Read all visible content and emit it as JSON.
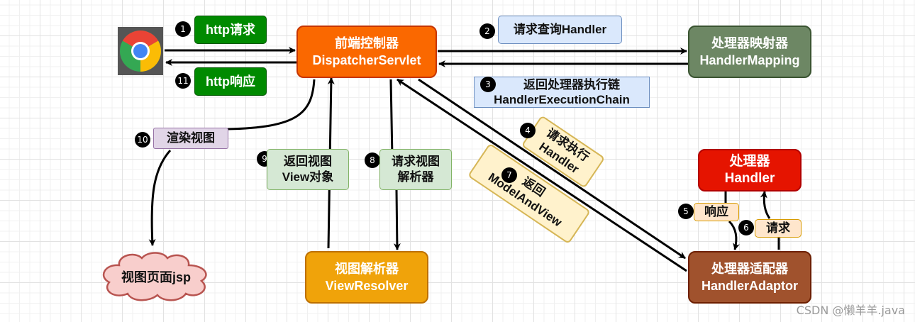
{
  "diagram": {
    "title": "Spring MVC request processing flow",
    "nodes": {
      "browser": {
        "icon": "chrome-browser-icon"
      },
      "dispatcher": {
        "line1": "前端控制器",
        "line2": "DispatcherServlet",
        "color": "#fa6800"
      },
      "mapping": {
        "line1": "处理器映射器",
        "line2": "HandlerMapping",
        "color": "#6d8764"
      },
      "handler": {
        "line1": "处理器",
        "line2": "Handler",
        "color": "#e51400"
      },
      "adaptor": {
        "line1": "处理器适配器",
        "line2": "HandlerAdaptor",
        "color": "#a0522d"
      },
      "resolver": {
        "line1": "视图解析器",
        "line2": "ViewResolver",
        "color": "#f0a30a"
      },
      "jsp": {
        "label": "视图页面jsp",
        "color": "#f8cecc"
      }
    },
    "steps": [
      {
        "num": "1",
        "line1": "http请求",
        "line2": ""
      },
      {
        "num": "2",
        "line1": "请求查询Handler",
        "line2": ""
      },
      {
        "num": "3",
        "line1": "返回处理器执行链",
        "line2": "HandlerExecutionChain"
      },
      {
        "num": "4",
        "line1": "请求执行",
        "line2": "Handler"
      },
      {
        "num": "5",
        "line1": "响应",
        "line2": ""
      },
      {
        "num": "6",
        "line1": "请求",
        "line2": ""
      },
      {
        "num": "7",
        "line1": "返回",
        "line2": "ModelAndView"
      },
      {
        "num": "8",
        "line1": "请求视图",
        "line2": "解析器"
      },
      {
        "num": "9",
        "line1": "返回视图",
        "line2": "View对象"
      },
      {
        "num": "10",
        "line1": "渲染视图",
        "line2": ""
      },
      {
        "num": "11",
        "line1": "http响应",
        "line2": ""
      }
    ]
  },
  "watermark": "CSDN @懒羊羊.java"
}
